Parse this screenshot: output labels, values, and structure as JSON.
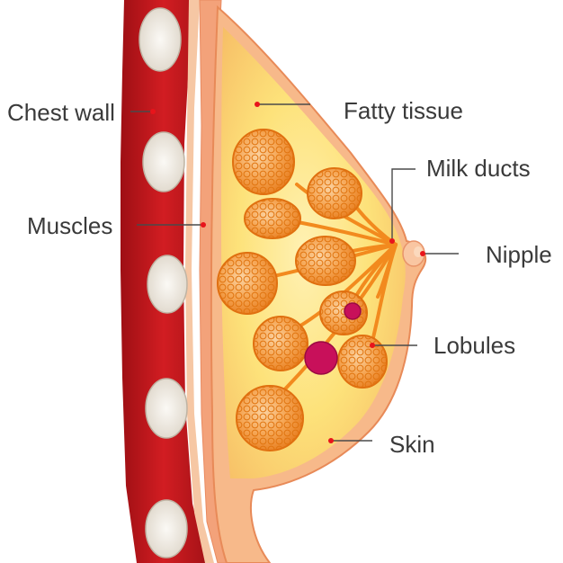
{
  "labels": {
    "chest_wall": "Chest wall",
    "fatty_tissue": "Fatty tissue",
    "milk_ducts": "Milk ducts",
    "muscles": "Muscles",
    "nipple": "Nipple",
    "lobules": "Lobules",
    "skin": "Skin"
  },
  "colors": {
    "chest_wall": "#c4161c",
    "muscle_band": "#f4b38c",
    "fat_outer": "#f6c890",
    "fat_inner": "#fde27a",
    "lobule": "#f08a2c",
    "duct": "#f28a1e",
    "tumor": "#c8105a",
    "rib": "#f1ede6",
    "leader_dot": "#e8141b"
  }
}
